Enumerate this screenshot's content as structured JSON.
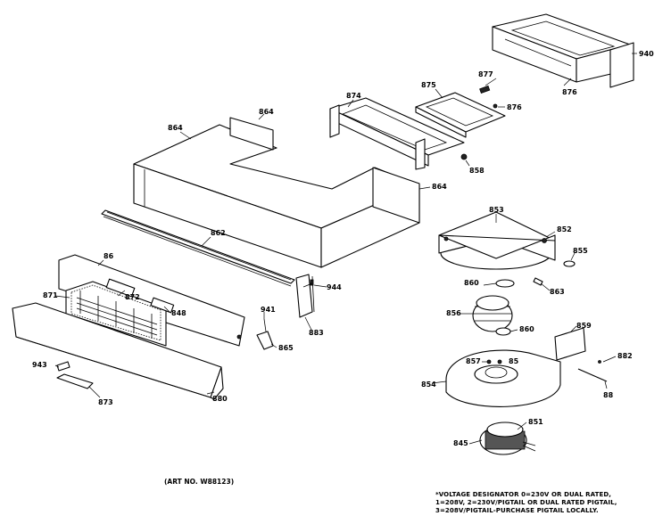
{
  "art_number": "(ART NO. W88123)",
  "voltage_note": [
    "*VOLTAGE DESIGNATOR 0=230V OR DUAL RATED,",
    "1=208V, 2=230V/PIGTAIL OR DUAL RATED PIGTAIL,",
    "3=208V/PIGTAIL-PURCHASE PIGTAIL LOCALLY."
  ],
  "callouts": [
    {
      "id": "c940",
      "text": "940"
    },
    {
      "id": "c877",
      "text": "877"
    },
    {
      "id": "c875",
      "text": "875"
    },
    {
      "id": "c876a",
      "text": "876"
    },
    {
      "id": "c876b",
      "text": "876"
    },
    {
      "id": "c874",
      "text": "874"
    },
    {
      "id": "c858",
      "text": "858"
    },
    {
      "id": "c864a",
      "text": "864"
    },
    {
      "id": "c864b",
      "text": "864"
    },
    {
      "id": "c864c",
      "text": "864"
    },
    {
      "id": "c862",
      "text": "862"
    },
    {
      "id": "c853",
      "text": "853"
    },
    {
      "id": "c852",
      "text": "852"
    },
    {
      "id": "c855",
      "text": "855"
    },
    {
      "id": "c863",
      "text": "863"
    },
    {
      "id": "c860a",
      "text": "860"
    },
    {
      "id": "c860b",
      "text": "860"
    },
    {
      "id": "c856",
      "text": "856"
    },
    {
      "id": "c859",
      "text": "859"
    },
    {
      "id": "c882",
      "text": "882"
    },
    {
      "id": "c88",
      "text": "88"
    },
    {
      "id": "c857",
      "text": "857"
    },
    {
      "id": "c85",
      "text": "85"
    },
    {
      "id": "c854",
      "text": "854"
    },
    {
      "id": "c851",
      "text": "851"
    },
    {
      "id": "c845",
      "text": "845"
    },
    {
      "id": "c86",
      "text": "86"
    },
    {
      "id": "c871",
      "text": "871"
    },
    {
      "id": "c872",
      "text": "872"
    },
    {
      "id": "c848",
      "text": "848"
    },
    {
      "id": "c944",
      "text": "944"
    },
    {
      "id": "c883",
      "text": "883"
    },
    {
      "id": "c941",
      "text": "941"
    },
    {
      "id": "c865",
      "text": "865"
    },
    {
      "id": "c943",
      "text": "943"
    },
    {
      "id": "c873",
      "text": "873"
    },
    {
      "id": "c880",
      "text": "880"
    }
  ]
}
